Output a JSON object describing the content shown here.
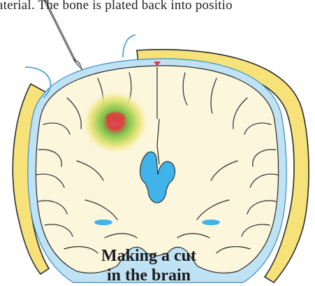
{
  "top_text": "aterial. The bone is plated back into positio",
  "caption": {
    "line1": "Making a cut",
    "line2": "in the brain"
  },
  "colors": {
    "skull": "#f7e27a",
    "skull_outline": "#2a2a2a",
    "csf": "#bfe3f5",
    "brain": "#fbf6dc",
    "ventricle": "#3fb3ea",
    "scalp_line": "#4aa3dc",
    "marker": "#e23a3a",
    "lesion_outer": "#f3ea8c",
    "lesion_mid": "#7cc04d",
    "lesion_inner": "#d8453c"
  },
  "icons": {
    "scalpel": "scalpel-icon"
  }
}
